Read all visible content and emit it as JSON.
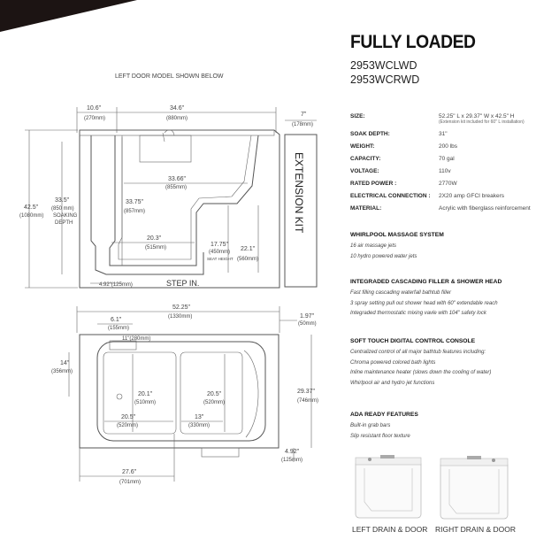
{
  "corner_color": "#1c1413",
  "left_panel": {
    "caption": "LEFT DOOR MODEL SHOWN BELOW",
    "side_view": {
      "dim_top_left": "10.6\"",
      "dim_top_left_mm": "(270mm)",
      "dim_top_right": "34.6\"",
      "dim_top_right_mm": "(880mm)",
      "dim_ext": "7\"",
      "dim_ext_mm": "(178mm)",
      "dim_height": "42.5\"",
      "dim_height_mm": "(1080mm)",
      "dim_soak": "33.5\"",
      "dim_soak_mm": "(850 mm)",
      "dim_soak_label1": "SOAKING",
      "dim_soak_label2": "DEPTH",
      "dim_inner_w": "33.66\"",
      "dim_inner_w_mm": "(855mm)",
      "dim_inner_h": "33.75\"",
      "dim_inner_h_mm": "(857mm)",
      "dim_seat_w": "20.3\"",
      "dim_seat_w_mm": "(515mm)",
      "dim_seat_h": "17.75\"",
      "dim_seat_h_mm": "(450mm)",
      "dim_seat_label": "SEAT HEIGHT",
      "dim_r": "22.1\"",
      "dim_r_mm": "(560mm)",
      "dim_step": "4.92\"(125mm)",
      "step_label": "STEP IN.",
      "ext_label": "EXTENSION KIT"
    },
    "top_view": {
      "dim_overall": "52.25\"",
      "dim_overall_mm": "(1330mm)",
      "dim_ext": "1.97\"",
      "dim_ext_mm": "(50mm)",
      "dim_a": "6.1\"",
      "dim_a_mm": "(155mm)",
      "dim_b": "11\"(280mm)",
      "dim_left": "14\"",
      "dim_left_mm": "(356mm)",
      "dim_d1": "20.1\"",
      "dim_d1_mm": "(510mm)",
      "dim_d2": "20.5\"",
      "dim_d2_mm": "(520mm)",
      "dim_d3": "20.5\"",
      "dim_d3_mm": "(520mm)",
      "dim_d4": "13\"",
      "dim_d4_mm": "(330mm)",
      "dim_depth": "29.37\"",
      "dim_depth_mm": "(746mm)",
      "dim_step": "4.92\"",
      "dim_step_mm": "(125mm)",
      "dim_bottom": "27.6\"",
      "dim_bottom_mm": "(701mm)"
    }
  },
  "spec": {
    "title": "FULLY LOADED",
    "models": [
      "2953WCLWD",
      "2953WCRWD"
    ],
    "rows": [
      {
        "key": "SIZE:",
        "value": "52.25\" L x 29.37\" W x 42.5\" H",
        "note": "(Extension kit included for 60\" L installation)"
      },
      {
        "key": "SOAK DEPTH:",
        "value": "31\""
      },
      {
        "key": "WEIGHT:",
        "value": "200 lbs"
      },
      {
        "key": "CAPACITY:",
        "value": "70 gal"
      },
      {
        "key": "VOLTAGE:",
        "value": "110v"
      },
      {
        "key": "RATED POWER :",
        "value": "2770W"
      },
      {
        "key": "ELECTRICAL CONNECTION :",
        "value": "2X20 amp GFCI breakers"
      },
      {
        "key": "MATERIAL:",
        "value": "Acrylic with fiberglass reinforcement"
      }
    ],
    "sections": [
      {
        "title": "WHIRLPOOL MASSAGE SYSTEM",
        "items": [
          "16 air massage jets",
          "10 hydro powered water jets"
        ]
      },
      {
        "title": "INTEGRADED CASCADING FILLER & SHOWER HEAD",
        "items": [
          "Fast filling cascading waterfall bathtub filler",
          "3 spray setting pull out shower head with 60\" extendable reach",
          "Integraded thermostatic mixing vavle with 104\" safety lock"
        ]
      },
      {
        "title": "SOFT TOUCH DIGITAL CONTROL CONSOLE",
        "items": [
          "Centralized control of all major bathtub features including:",
          "Chroma powered colored bath lights",
          "Inline maintenance heater (slows down the cooling of water)",
          "Whirlpool air and hydro jet functions"
        ]
      },
      {
        "title": "ADA READY FEATURES",
        "items": [
          "Built-in grab bars",
          "Slip resistant floor texture"
        ]
      }
    ],
    "captions": {
      "left": "LEFT DRAIN & DOOR",
      "right": "RIGHT DRAIN & DOOR"
    }
  }
}
